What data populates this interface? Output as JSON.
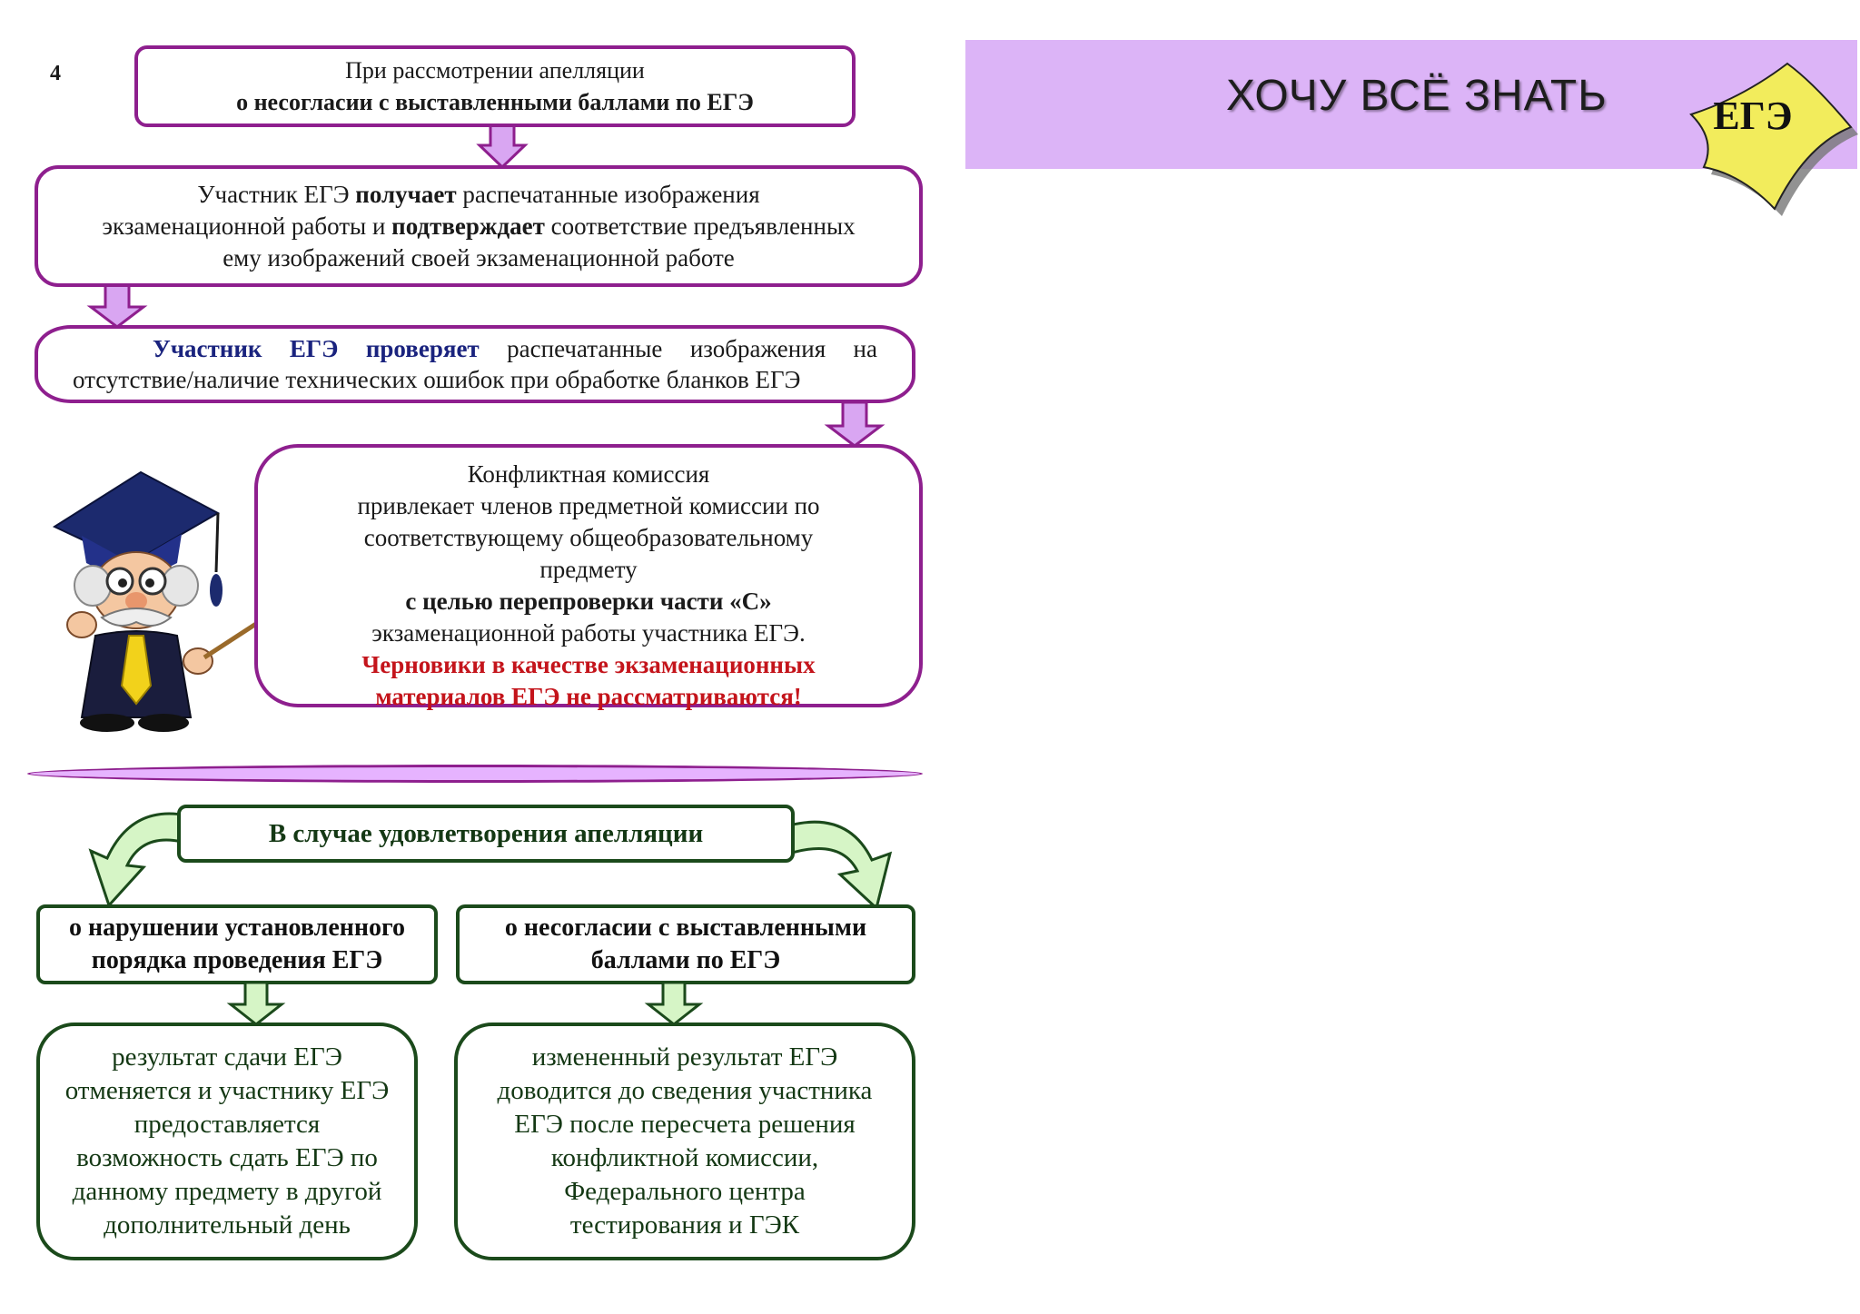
{
  "page_number": "4",
  "banner": {
    "title": "ХОЧУ ВСЁ ЗНАТЬ",
    "badge": "ЕГЭ",
    "colors": {
      "banner": "#dcb4f7",
      "badge": "#f2ec5c"
    }
  },
  "flow": {
    "box1": {
      "line1": "При рассмотрении апелляции",
      "line2": "о несогласии с выставленными баллами по ЕГЭ"
    },
    "box2": {
      "p1": "Участник ЕГЭ ",
      "b1": "получает",
      "p2": " распечатанные изображения",
      "p3": "экзаменационной работы и ",
      "b2": "подтверждает",
      "p4": " соответствие предъявленных",
      "p5": "ему изображений своей экзаменационной работе"
    },
    "box3": {
      "b1": "Участник ЕГЭ проверяет",
      "p1": " распечатанные изображения на",
      "p2": "отсутствие/наличие технических ошибок при обработке бланков ЕГЭ"
    },
    "box4": {
      "line1": "Конфликтная комиссия",
      "line2": "привлекает членов предметной комиссии по",
      "line3": "соответствующему общеобразовательному",
      "line4": "предмету",
      "bold": "с целью перепроверки  части «С»",
      "line5": "экзаменационной работы участника ЕГЭ.",
      "warning1": "Черновики в качестве экзаменационных",
      "warning2": "материалов ЕГЭ не рассматриваются!"
    }
  },
  "satisfied": {
    "title": "В случае удовлетворения апелляции",
    "left_head": [
      "о нарушении установленного",
      "порядка проведения ЕГЭ"
    ],
    "right_head": [
      "о несогласии с выставленными",
      "баллами по ЕГЭ"
    ],
    "left_result": [
      "результат сдачи ЕГЭ",
      "отменяется и участнику ЕГЭ",
      "предоставляется",
      "возможность сдать ЕГЭ по",
      "данному предмету в другой",
      "дополнительный день"
    ],
    "right_result": [
      "измененный результат ЕГЭ",
      "доводится до сведения участника",
      "ЕГЭ после пересчета решения",
      "конфликтной комиссии,",
      "Федерального центра",
      "тестирования и ГЭК"
    ]
  },
  "colors": {
    "purple": "#8e1f8e",
    "arrow_purple": "#d9a6f2",
    "green_border": "#1b4a1b",
    "arrow_green": "#d6f5c6",
    "warning_red": "#c4141b"
  },
  "icons": {
    "mascot": "professor-mascot-icon",
    "badge": "flag-badge-icon"
  }
}
